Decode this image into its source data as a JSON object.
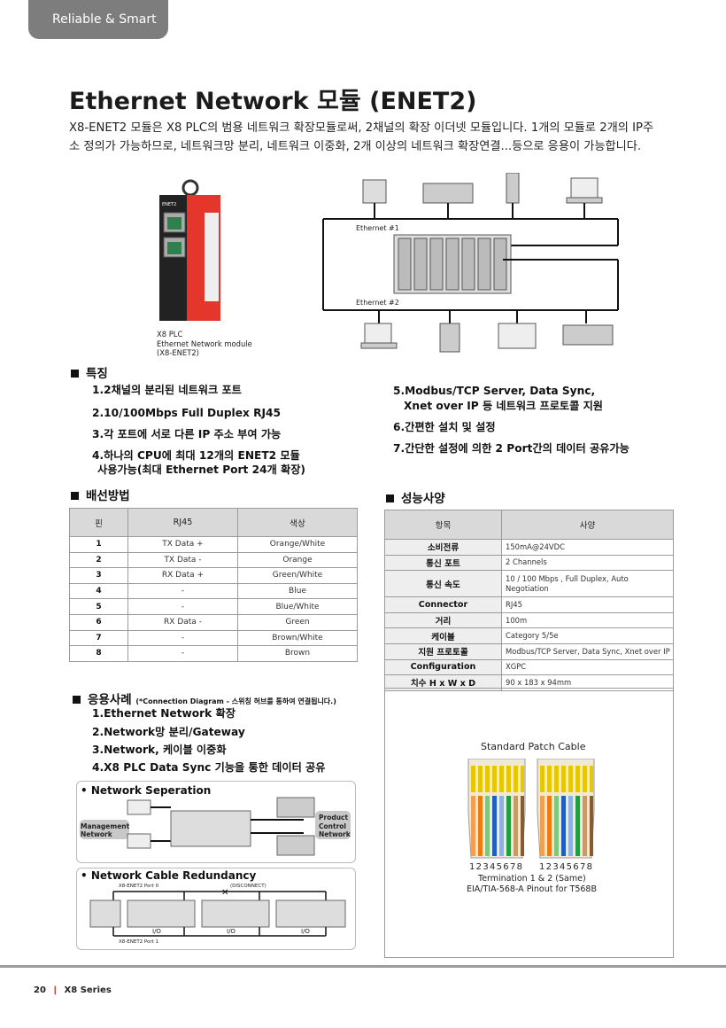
{
  "header_tab": "Reliable & Smart",
  "title": "Ethernet Network 모듈 (ENET2)",
  "intro": "X8-ENET2 모듈은 X8 PLC의 범용 네트워크 확장모듈로써, 2채널의 확장 이더넷 모듈입니다. 1개의 모듈로 2개의 IP주소 정의가 가능하므로, 네트워크망 분리, 네트워크 이중화, 2개 이상의 네트워크 확장연결...등으로 응용이 가능합니다.",
  "product": {
    "label": "ENET2",
    "caption": [
      "X8 PLC",
      "Ethernet Network module",
      "(X8-ENET2)"
    ]
  },
  "network_diagram": {
    "eth1": "Ethernet #1",
    "eth2": "Ethernet #2"
  },
  "features": {
    "heading": "특징",
    "left": [
      "1.2채널의 분리된 네트워크 포트",
      "2.10/100Mbps Full Duplex RJ45",
      "3.각 포트에 서로 다른 IP 주소 부여 가능",
      "4.하나의 CPU에 최대 12개의 ENET2 모듈",
      "사용가능(최대 Ethernet Port 24개 확장)"
    ],
    "right": [
      "5.Modbus/TCP Server, Data Sync,",
      "Xnet over IP 등 네트워크 프로토콜 지원",
      "6.간편한 설치 및 설정",
      "7.간단한 설정에 의한 2 Port간의 데이터 공유가능"
    ]
  },
  "wiring": {
    "heading": "배선방법",
    "headers": [
      "핀",
      "RJ45",
      "색상"
    ],
    "rows": [
      [
        "1",
        "TX Data +",
        "Orange/White"
      ],
      [
        "2",
        "TX Data -",
        "Orange"
      ],
      [
        "3",
        "RX Data +",
        "Green/White"
      ],
      [
        "4",
        "-",
        "Blue"
      ],
      [
        "5",
        "-",
        "Blue/White"
      ],
      [
        "6",
        "RX Data -",
        "Green"
      ],
      [
        "7",
        "-",
        "Brown/White"
      ],
      [
        "8",
        "-",
        "Brown"
      ]
    ]
  },
  "specs": {
    "heading": "성능사양",
    "headers": [
      "항목",
      "사양"
    ],
    "rows": [
      [
        "소비전류",
        "150mA@24VDC"
      ],
      [
        "통신 포트",
        "2 Channels"
      ],
      [
        "통신 속도",
        "10 / 100 Mbps , Full Duplex, Auto Negotiation"
      ],
      [
        "Connector",
        "RJ45"
      ],
      [
        "거리",
        "100m"
      ],
      [
        "케이블",
        "Category 5/5e"
      ],
      [
        "지원 프로토콜",
        "Modbus/TCP Server, Data Sync, Xnet over IP"
      ],
      [
        "Configuration",
        "XGPC"
      ],
      [
        "치수 H x W x D",
        "90 x 183 x 94mm"
      ]
    ]
  },
  "cable": {
    "title": "Standard Patch Cable",
    "pins": "12345678",
    "termination": "Termination 1 & 2 (Same)",
    "pinout": "EIA/TIA-568-A Pinout for T568B"
  },
  "applications": {
    "heading": "응용사례",
    "note": "(*Connection Diagram - 스위칭 허브를 통하여 연결됩니다.)",
    "items": [
      "1.Ethernet Network 확장",
      "2.Network망 분리/Gateway",
      "3.Network, 케이블 이중화",
      "4.X8 PLC Data Sync 기능을 통한 데이터 공유"
    ]
  },
  "separation": {
    "title": "• Network Seperation",
    "management": [
      "Management",
      "Network"
    ],
    "product": [
      "Product",
      "Control",
      "Network"
    ]
  },
  "redundancy": {
    "title": "• Network Cable Redundancy",
    "port0": "X8-ENET2 Port 0",
    "port1": "X8-ENET2 Port 1",
    "disconnect": "(DISCONNECT)",
    "io": "I/O"
  },
  "footer": {
    "page": "20",
    "series": "X8 Series"
  }
}
